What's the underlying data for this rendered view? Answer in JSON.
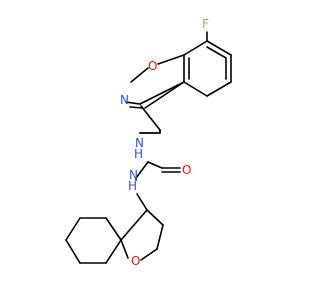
{
  "atoms": {
    "fluorine": {
      "symbol": "F",
      "color": "#8fbf3f"
    },
    "isoxazole_oxygen": {
      "symbol": "O",
      "color": "#ff0d0d"
    },
    "isoxazole_nitrogen": {
      "symbol": "N",
      "color": "#3050f8"
    },
    "amide_nitrogen_upper": {
      "symbol": "H",
      "color": "#3050f8",
      "sub": "N"
    },
    "carbonyl_oxygen": {
      "symbol": "O",
      "color": "#ff0d0d"
    },
    "amide_nitrogen_lower": {
      "symbol": "H",
      "color": "#3050f8",
      "sub": "N"
    },
    "ring_oxygen": {
      "symbol": "O",
      "color": "#ff0d0d"
    }
  },
  "colors": {
    "bond": "#000000",
    "background": "#ffffff"
  }
}
